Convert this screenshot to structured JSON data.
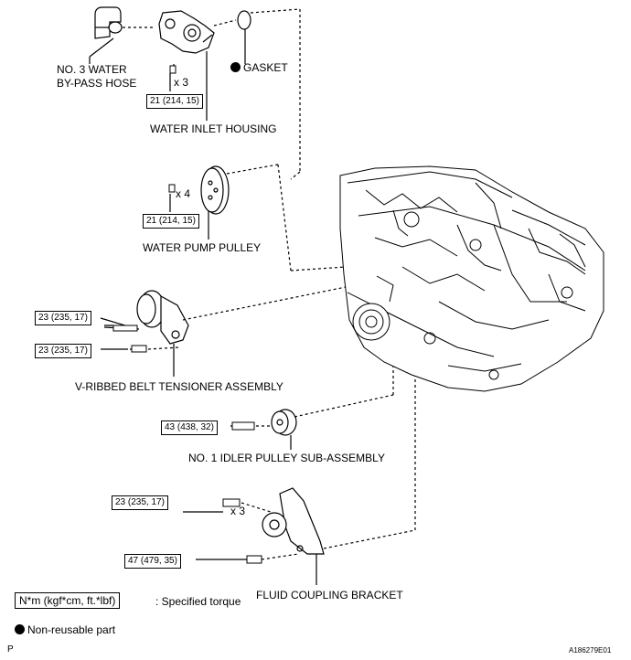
{
  "labels": {
    "bypass_hose_l1": "NO. 3 WATER",
    "bypass_hose_l2": "BY-PASS HOSE",
    "gasket": "GASKET",
    "water_inlet_housing": "WATER INLET HOUSING",
    "water_pump_pulley": "WATER PUMP PULLEY",
    "belt_tensioner": "V-RIBBED BELT TENSIONER ASSEMBLY",
    "idler_pulley": "NO. 1 IDLER PULLEY SUB-ASSEMBLY",
    "fluid_coupling_bracket": "FLUID COUPLING BRACKET"
  },
  "torques": {
    "inlet_housing_bolt": "21 (214, 15)",
    "pump_pulley_bolt": "21 (214, 15)",
    "tensioner_bolt_1": "23 (235, 17)",
    "tensioner_bolt_2": "23 (235, 17)",
    "idler_bolt": "43 (438, 32)",
    "bracket_bolt_1": "23 (235, 17)",
    "bracket_bolt_2": "47 (479, 35)"
  },
  "quantities": {
    "inlet_housing": "x 3",
    "pump_pulley": "x 4",
    "bracket": "x 3"
  },
  "legend": {
    "torque_unit": "N*m (kgf*cm, ft.*lbf)",
    "torque_desc": ": Specified torque",
    "non_reusable": "Non-reusable part"
  },
  "footer": {
    "left_mark": "P",
    "figure_code": "A186279E01"
  }
}
